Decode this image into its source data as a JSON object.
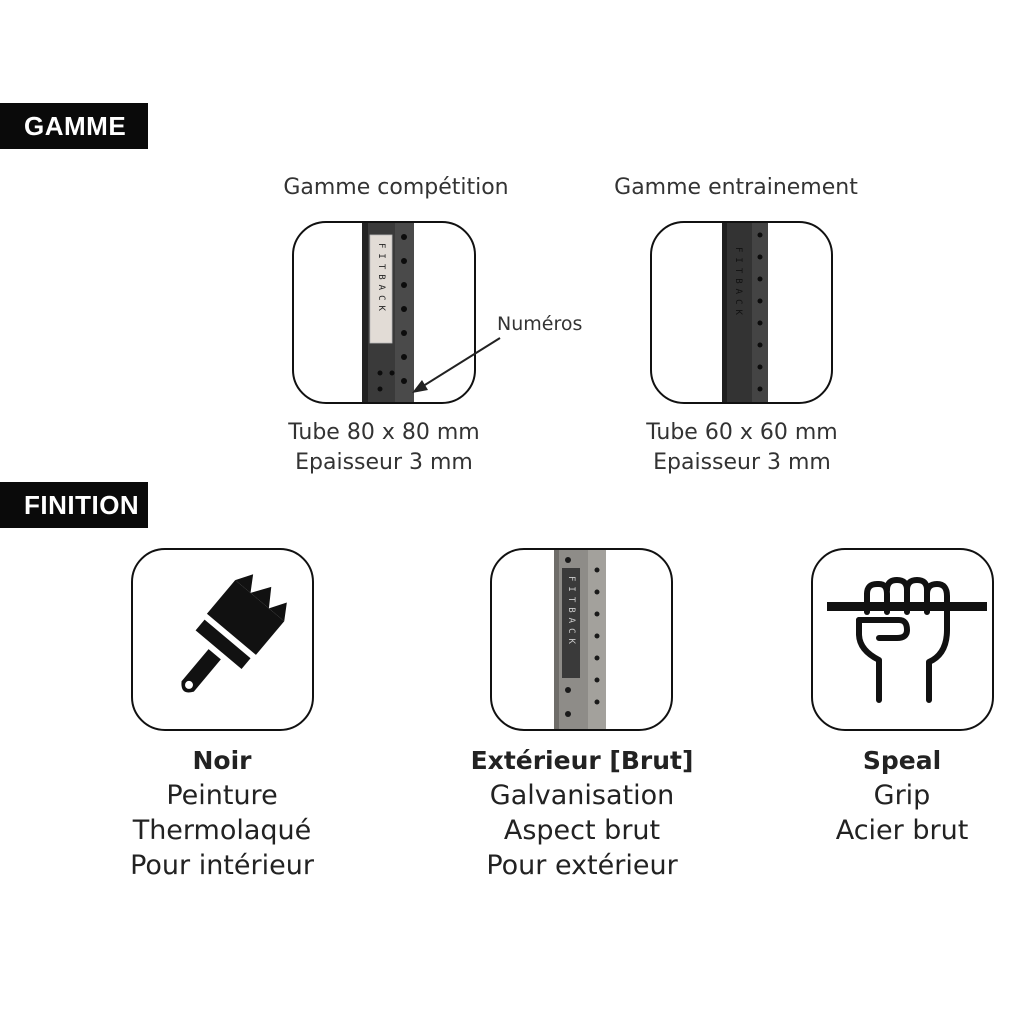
{
  "sections": {
    "gamme": "GAMME",
    "finition": "FINITION"
  },
  "gamme": {
    "competition": {
      "title": "Gamme compétition",
      "line1": "Tube 80 x 80 mm",
      "line2": "Epaisseur 3 mm",
      "tube_text": "FITBACK"
    },
    "entrainement": {
      "title": "Gamme entrainement",
      "line1": "Tube 60 x 60 mm",
      "line2": "Epaisseur 3 mm",
      "tube_text": "FITBACK"
    },
    "annotation": "Numéros"
  },
  "finition": {
    "noir": {
      "icon": "paintbrush-icon",
      "title": "Noir",
      "line1": "Peinture",
      "line2": "Thermolaqué",
      "line3": "Pour intérieur"
    },
    "exterieur": {
      "icon": "galvanized-tube-icon",
      "title": "Extérieur [Brut]",
      "line1": "Galvanisation",
      "line2": "Aspect brut",
      "line3": "Pour extérieur",
      "tube_text": "FITBACK"
    },
    "speal": {
      "icon": "fist-grip-icon",
      "title": "Speal",
      "line1": "Grip",
      "line2": "Acier brut"
    }
  },
  "colors": {
    "label_bg": "#0a0a0a",
    "tube_black": "#2b2b2b",
    "tube_galvanized": "#8e8c88"
  }
}
